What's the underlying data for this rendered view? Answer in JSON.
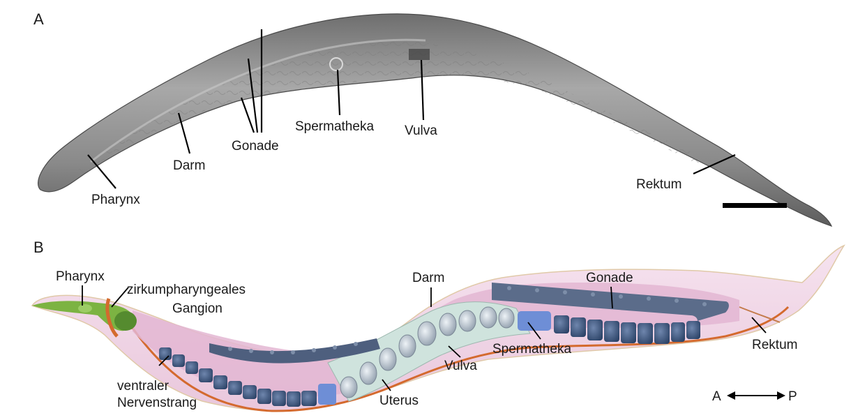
{
  "panel_a": {
    "letter": "A",
    "labels": {
      "pharynx": "Pharynx",
      "darm": "Darm",
      "gonade": "Gonade",
      "spermatheka": "Spermatheka",
      "vulva": "Vulva",
      "rektum": "Rektum"
    }
  },
  "panel_b": {
    "letter": "B",
    "labels": {
      "pharynx": "Pharynx",
      "ganglion_line1": "zirkumpharyngeales",
      "ganglion_line2": "Gangion",
      "darm": "Darm",
      "gonade": "Gonade",
      "spermatheka": "Spermatheka",
      "rektum": "Rektum",
      "vulva": "Vulva",
      "uterus": "Uterus",
      "nerve_line1": "ventraler",
      "nerve_line2": "Nervenstrang"
    },
    "axis": {
      "anterior": "A",
      "posterior": "P"
    }
  },
  "colors": {
    "worm_gray": "#8c8c8c",
    "body_pink": "#efd3e6",
    "intestine_pink": "#e3b6d2",
    "gonad_blue": "#5b6c8a",
    "oocyte_blue": "#3f5f86",
    "spermatheca_blue": "#6e8ed6",
    "uterus_green": "#cfe3dd",
    "nerve_orange": "#d46a2e",
    "pharynx_green": "#7cb342"
  }
}
